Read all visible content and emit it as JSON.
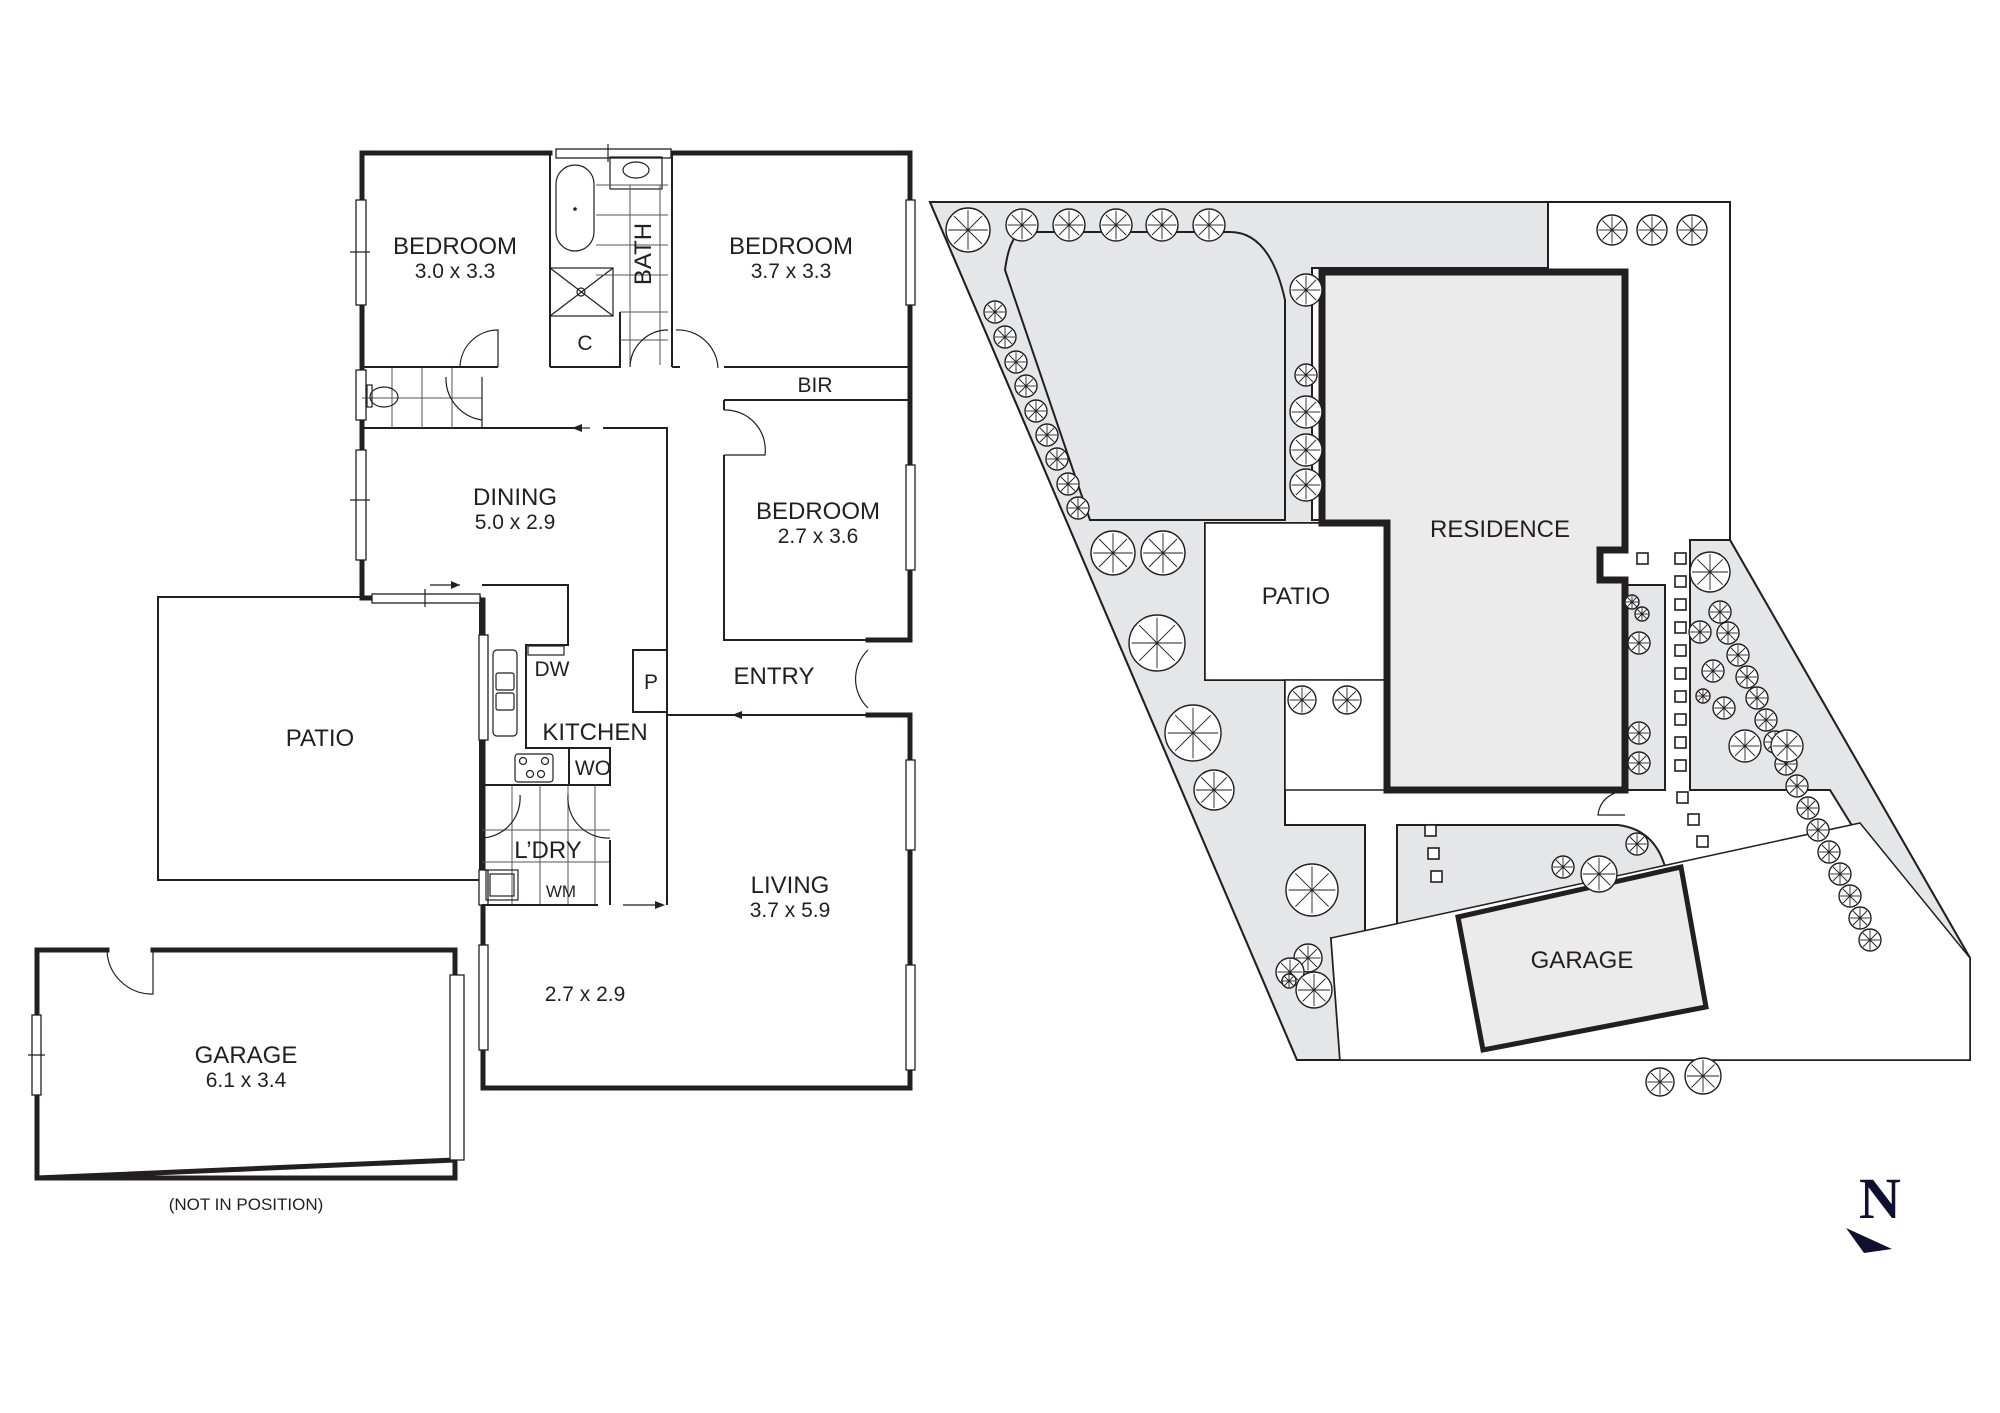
{
  "floor_plan": {
    "rooms": [
      {
        "id": "bedroom1",
        "name": "BEDROOM",
        "size": "3.0 x 3.3"
      },
      {
        "id": "bedroom2",
        "name": "BEDROOM",
        "size": "3.7 x 3.3"
      },
      {
        "id": "bedroom3",
        "name": "BEDROOM",
        "size": "2.7 x 3.6"
      },
      {
        "id": "bath",
        "name": "BATH"
      },
      {
        "id": "cupboard",
        "name": "C"
      },
      {
        "id": "bir",
        "name": "BIR"
      },
      {
        "id": "dining",
        "name": "DINING",
        "size": "5.0 x 2.9"
      },
      {
        "id": "kitchen",
        "name": "KITCHEN"
      },
      {
        "id": "pantry",
        "name": "P"
      },
      {
        "id": "entry",
        "name": "ENTRY"
      },
      {
        "id": "laundry",
        "name": "L’DRY"
      },
      {
        "id": "living",
        "name": "LIVING",
        "size": "3.7 x 5.9"
      },
      {
        "id": "living_nook",
        "size": "2.7 x 2.9"
      },
      {
        "id": "patio",
        "name": "PATIO"
      },
      {
        "id": "garage",
        "name": "GARAGE",
        "size": "6.1 x 3.4"
      }
    ],
    "appliances": {
      "dishwasher": "DW",
      "wall_oven": "WO",
      "washing_machine": "WM"
    },
    "garage_note": "(NOT IN POSITION)"
  },
  "site_plan": {
    "labels": {
      "residence": "RESIDENCE",
      "patio": "PATIO",
      "garage": "GARAGE"
    }
  },
  "compass": {
    "letter": "N",
    "color": "#0f1030"
  }
}
